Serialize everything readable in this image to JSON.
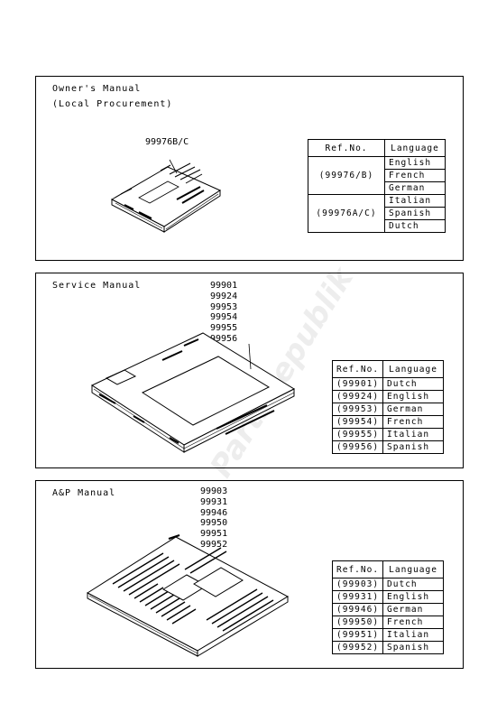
{
  "owners": {
    "title_line1": "Owner's Manual",
    "title_line2": "(Local Procurement)",
    "part_label": "99976B/C",
    "table": {
      "headers": [
        "Ref.No.",
        "Language"
      ],
      "groups": [
        {
          "ref": "(99976/B)",
          "languages": [
            "English",
            "French",
            "German"
          ]
        },
        {
          "ref": "(99976A/C)",
          "languages": [
            "Italian",
            "Spanish",
            "Dutch"
          ]
        }
      ]
    }
  },
  "service": {
    "title": "Service Manual",
    "part_numbers": [
      "99901",
      "99924",
      "99953",
      "99954",
      "99955",
      "99956"
    ],
    "table": {
      "headers": [
        "Ref.No.",
        "Language"
      ],
      "rows": [
        {
          "ref": "(99901)",
          "language": "Dutch"
        },
        {
          "ref": "(99924)",
          "language": "English"
        },
        {
          "ref": "(99953)",
          "language": "German"
        },
        {
          "ref": "(99954)",
          "language": "French"
        },
        {
          "ref": "(99955)",
          "language": "Italian"
        },
        {
          "ref": "(99956)",
          "language": "Spanish"
        }
      ]
    }
  },
  "ap": {
    "title": "A&P Manual",
    "part_numbers": [
      "99903",
      "99931",
      "99946",
      "99950",
      "99951",
      "99952"
    ],
    "table": {
      "headers": [
        "Ref.No.",
        "Language"
      ],
      "rows": [
        {
          "ref": "(99903)",
          "language": "Dutch"
        },
        {
          "ref": "(99931)",
          "language": "English"
        },
        {
          "ref": "(99946)",
          "language": "German"
        },
        {
          "ref": "(99950)",
          "language": "French"
        },
        {
          "ref": "(99951)",
          "language": "Italian"
        },
        {
          "ref": "(99952)",
          "language": "Spanish"
        }
      ]
    }
  },
  "watermark": "PartsRepublik"
}
